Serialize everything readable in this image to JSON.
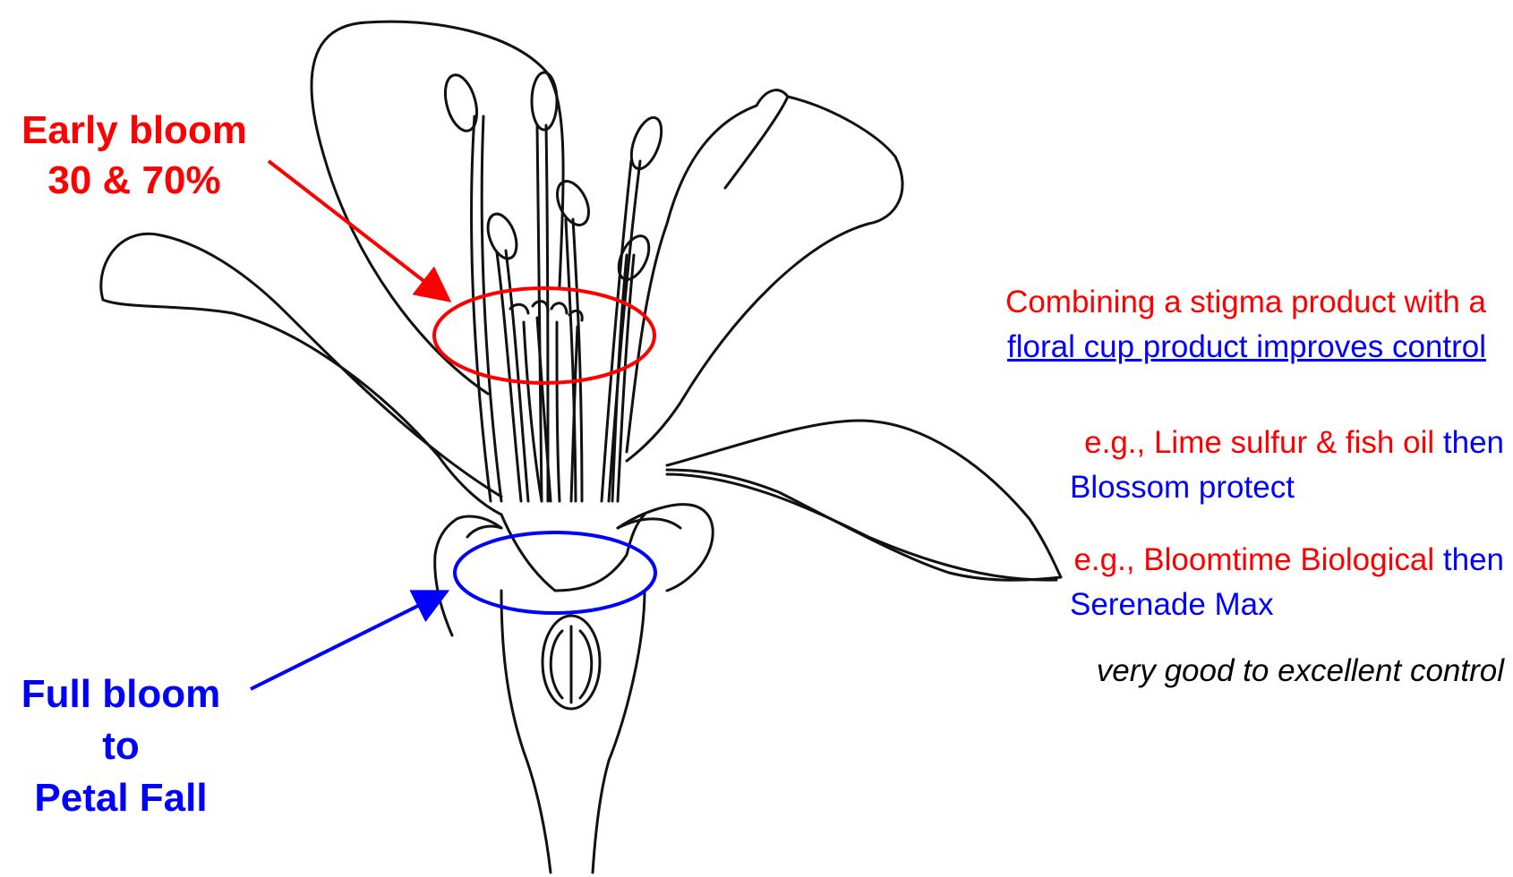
{
  "colors": {
    "red": "#ff0000",
    "blue": "#0000ff",
    "black": "#000000",
    "line": "#111111"
  },
  "icons": {
    "flower": "flower-cross-section-icon",
    "arrow": "arrow-icon"
  },
  "labels": {
    "early_bloom": {
      "line1": "Early bloom",
      "line2": "30 & 70%"
    },
    "full_bloom": {
      "line1": "Full bloom",
      "line2": "to",
      "line3": "Petal Fall"
    },
    "combining": {
      "line1": "Combining a stigma product with a",
      "line2": "floral cup product improves control"
    },
    "example1": {
      "prefix": "e.g., ",
      "red": "Lime sulfur & fish oil",
      "then": "then",
      "blue": "Blossom protect"
    },
    "example2": {
      "prefix": "e.g., ",
      "red": "Bloomtime Biological",
      "then": "then",
      "blue": "Serenade Max"
    },
    "result": "very good to excellent control"
  }
}
